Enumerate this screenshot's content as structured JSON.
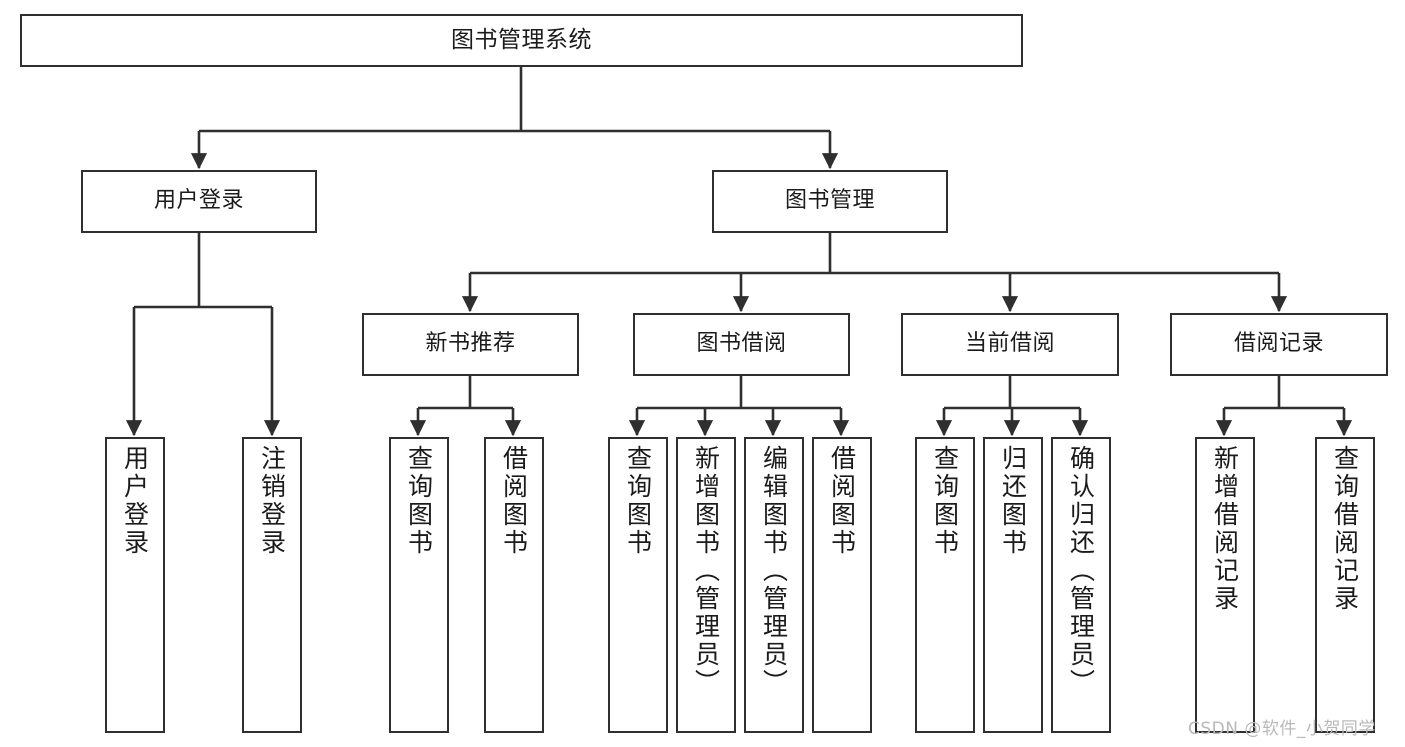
{
  "diagram": {
    "title": "图书管理系统",
    "type": "functional-structure-tree",
    "nodes": {
      "root": {
        "label": "图书管理系统"
      },
      "level2": [
        {
          "id": "user-login",
          "label": "用户登录"
        },
        {
          "id": "book-manage",
          "label": "图书管理"
        }
      ],
      "level3": [
        {
          "id": "new-book-recommend",
          "label": "新书推荐"
        },
        {
          "id": "book-borrow",
          "label": "图书借阅"
        },
        {
          "id": "current-borrow",
          "label": "当前借阅"
        },
        {
          "id": "borrow-record",
          "label": "借阅记录"
        }
      ],
      "leaves": {
        "user_login": [
          {
            "id": "leaf-user-login",
            "label": "用户登录"
          },
          {
            "id": "leaf-logout-login",
            "label": "注销登录"
          }
        ],
        "new_book_recommend": [
          {
            "id": "leaf-query-book-1",
            "label": "查询图书"
          },
          {
            "id": "leaf-borrow-book-1",
            "label": "借阅图书"
          }
        ],
        "book_borrow": [
          {
            "id": "leaf-query-book-2",
            "label": "查询图书"
          },
          {
            "id": "leaf-add-book",
            "label": "新增图书（管理员）"
          },
          {
            "id": "leaf-edit-book",
            "label": "编辑图书（管理员）"
          },
          {
            "id": "leaf-borrow-book-2",
            "label": "借阅图书"
          }
        ],
        "current_borrow": [
          {
            "id": "leaf-query-book-3",
            "label": "查询图书"
          },
          {
            "id": "leaf-return-book",
            "label": "归还图书"
          },
          {
            "id": "leaf-confirm-return",
            "label": "确认归还（管理员）"
          }
        ],
        "borrow_record": [
          {
            "id": "leaf-add-borrow-record",
            "label": "新增借阅记录"
          },
          {
            "id": "leaf-query-borrow-record",
            "label": "查询借阅记录"
          }
        ]
      }
    },
    "colors": {
      "node_border": "#2f2f2f",
      "node_fill": "#ffffff",
      "edge": "#2f2f2f",
      "text": "#1b1b1b",
      "watermark": "#b9b9b9",
      "background": "#ffffff"
    }
  },
  "watermark": {
    "text": "CSDN @软件_小贺同学"
  }
}
